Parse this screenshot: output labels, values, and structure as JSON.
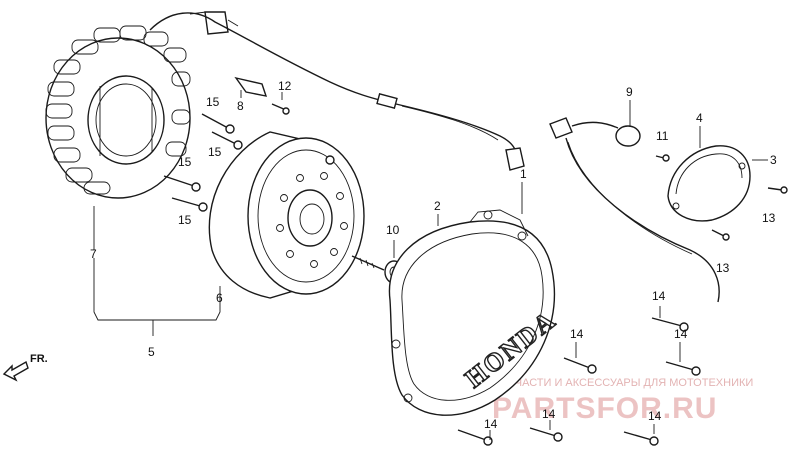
{
  "callouts": [
    "1",
    "2",
    "3",
    "4",
    "5",
    "6",
    "7",
    "8",
    "9",
    "10",
    "11",
    "12",
    "13",
    "13",
    "14",
    "14",
    "14",
    "14",
    "14",
    "14",
    "15",
    "15",
    "15",
    "15"
  ],
  "direction_label": "FR.",
  "cover_brand": "HONDA",
  "watermark": {
    "line1": "ЗАПЧАСТИ И АКСЕССУАРЫ ДЛЯ МОТОТЕХНИКИ",
    "line2": "PARTSFOR.RU"
  }
}
